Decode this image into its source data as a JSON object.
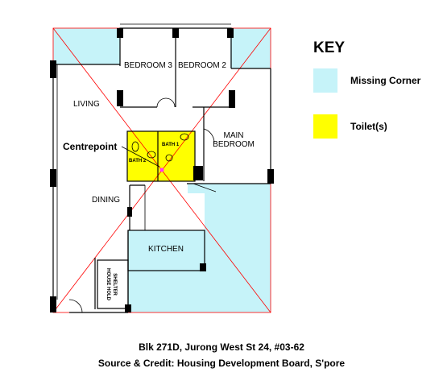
{
  "key": {
    "title": "KEY",
    "items": [
      {
        "label": "Missing Corner",
        "color": "#c6f3f9"
      },
      {
        "label": "Toilet(s)",
        "color": "#ffff00"
      }
    ]
  },
  "rooms": {
    "bedroom3": "BEDROOM 3",
    "bedroom2": "BEDROOM 2",
    "living": "LIVING",
    "main_bedroom_line1": "MAIN",
    "main_bedroom_line2": "BEDROOM",
    "dining": "DINING",
    "kitchen": "KITCHEN",
    "bath1": "BATH 1",
    "bath2": "BATH 2",
    "shelter_line1": "HOUSE HOLD",
    "shelter_line2": "SHELTER"
  },
  "centrepoint_label": "Centrepoint",
  "caption": {
    "address": "Blk 271D, Jurong West St 24, #03-62",
    "source": "Source & Credit: Housing Development Board, S'pore"
  },
  "colors": {
    "wall": "#000000",
    "diagonal": "#ff0000",
    "missing_corner": "#c6f3f9",
    "toilet": "#ffff00"
  }
}
